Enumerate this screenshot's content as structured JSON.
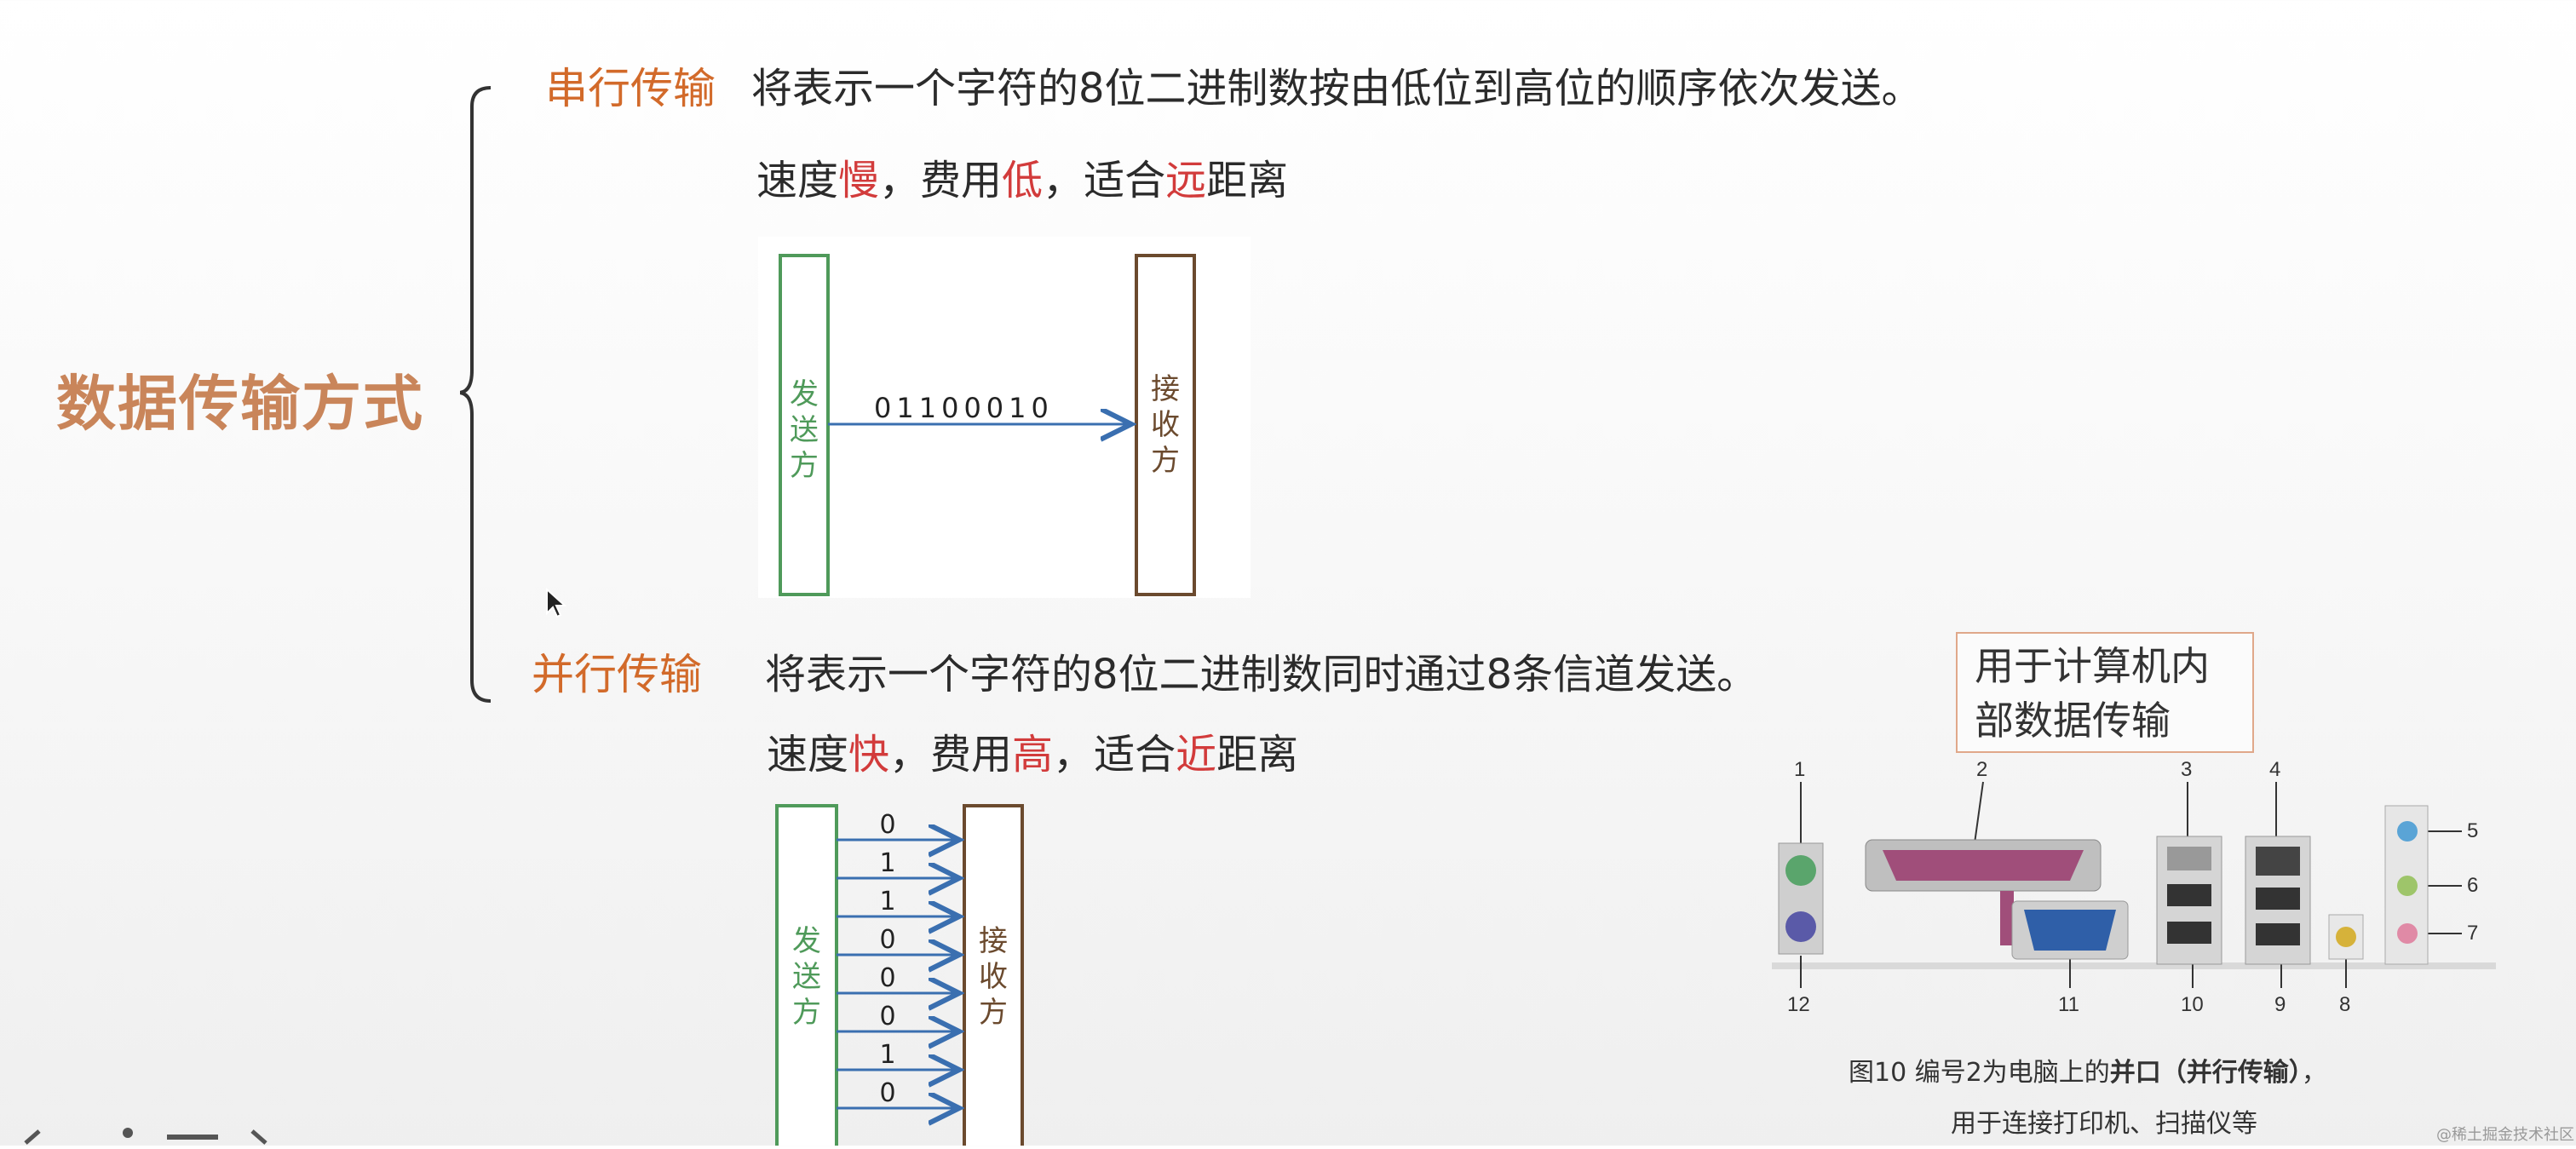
{
  "main_title": "数据传输方式",
  "serial": {
    "label": "串行传输",
    "desc": "将表示一个字符的8位二进制数按由低位到高位的顺序依次发送。",
    "features": [
      {
        "t": "速度",
        "h": false
      },
      {
        "t": "慢",
        "h": true
      },
      {
        "t": "，费用",
        "h": false
      },
      {
        "t": "低",
        "h": true
      },
      {
        "t": "，适合",
        "h": false
      },
      {
        "t": "远",
        "h": true
      },
      {
        "t": "距离",
        "h": false
      }
    ],
    "sender": [
      "发",
      "送",
      "方"
    ],
    "receiver": [
      "接",
      "收",
      "方"
    ],
    "bits": "01100010"
  },
  "parallel": {
    "label": "并行传输",
    "desc": "将表示一个字符的8位二进制数同时通过8条信道发送。",
    "features": [
      {
        "t": "速度",
        "h": false
      },
      {
        "t": "快",
        "h": true
      },
      {
        "t": "，费用",
        "h": false
      },
      {
        "t": "高",
        "h": true
      },
      {
        "t": "，适合",
        "h": false
      },
      {
        "t": "近",
        "h": true
      },
      {
        "t": "距离",
        "h": false
      }
    ],
    "sender": [
      "发",
      "送",
      "方"
    ],
    "receiver": [
      "接",
      "收",
      "方"
    ],
    "bits": [
      "0",
      "1",
      "1",
      "0",
      "0",
      "0",
      "1",
      "0"
    ]
  },
  "note": {
    "line1": "用于计算机内",
    "line2": "部数据传输"
  },
  "ports": {
    "top_numbers": [
      "1",
      "2",
      "3",
      "4",
      "5",
      "6",
      "7"
    ],
    "bottom_numbers": [
      "12",
      "11",
      "10",
      "9",
      "8"
    ],
    "caption_line1_pre": "图10  编号2为电脑上的",
    "caption_line1_bold": "并口（并行传输）",
    "caption_line1_post": "，",
    "caption_line2": "用于连接打印机、扫描仪等"
  },
  "watermark": "@稀土掘金技术社区",
  "colors": {
    "accent_orange": "#d26a2a",
    "title_orange": "#c9855a",
    "highlight_red": "#d23b3b",
    "sender_green": "#4f9a5a",
    "receiver_brown": "#6b4a2e",
    "arrow_blue": "#3a6fb0"
  }
}
